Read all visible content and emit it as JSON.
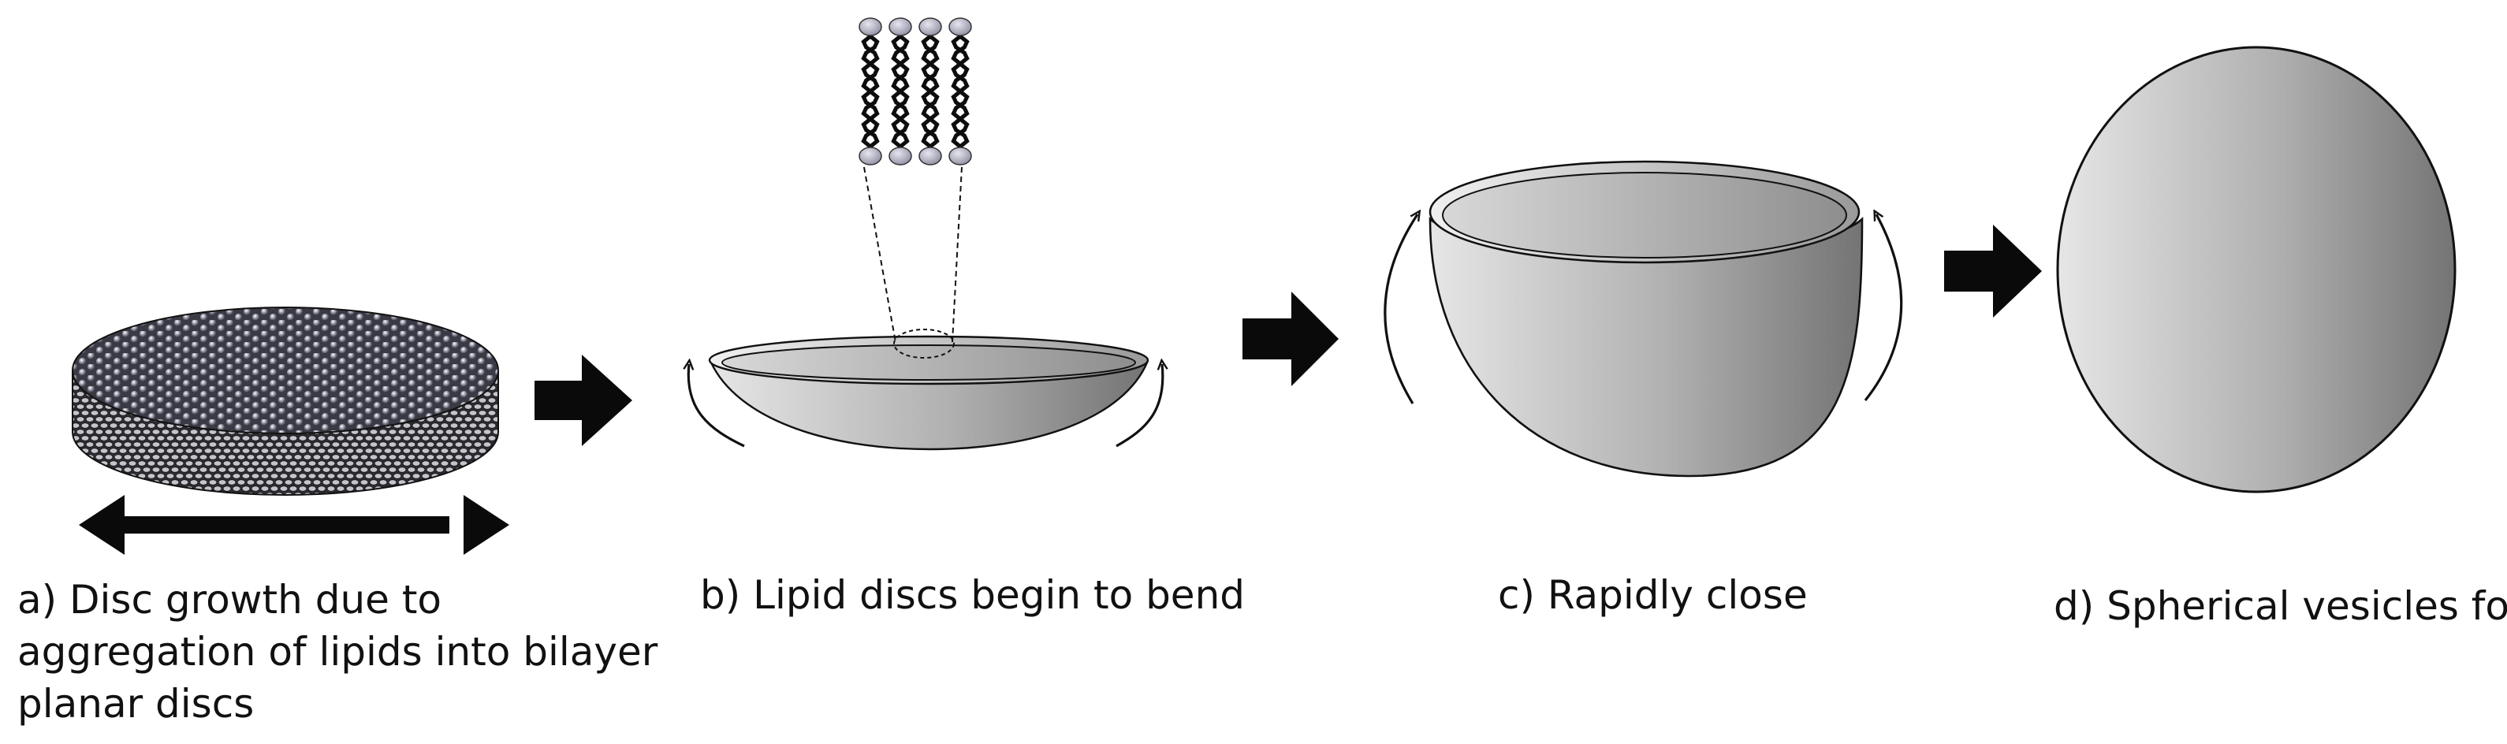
{
  "stages": [
    {
      "id": "a",
      "caption_lines": [
        "a) Disc growth due to",
        "aggregation of lipids into bilayer",
        "planar discs"
      ]
    },
    {
      "id": "b",
      "caption_lines": [
        "b) Lipid discs begin to bend"
      ]
    },
    {
      "id": "c",
      "caption_lines": [
        "c) Rapidly close"
      ]
    },
    {
      "id": "d",
      "caption_lines": [
        "d) Spherical vesicles form"
      ]
    }
  ],
  "colors": {
    "ink": "#111111",
    "shape_light": "#e4e4e4",
    "shape_dark": "#7d7d7d",
    "lipid_head": "#b8b8c8"
  },
  "icons": {
    "flow_arrow": "right-block-arrow",
    "growth_arrow": "double-headed-arrow",
    "bend_arrow": "curved-up-arrow"
  }
}
